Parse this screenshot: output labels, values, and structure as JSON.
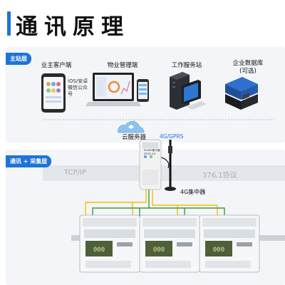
{
  "header": {
    "title": "通讯原理"
  },
  "layers": {
    "master": "主站层",
    "comm": "通讯 + 采集层"
  },
  "terminals": {
    "owner": {
      "label": "业主客户端",
      "note_lines": [
        "iOS/安卓",
        "微信公众",
        "号"
      ]
    },
    "property": {
      "label": "物业管理端"
    },
    "workstation": {
      "label": "工作服务站"
    },
    "database": {
      "label_lines": [
        "企业数据库",
        "(可选)"
      ]
    }
  },
  "cloud": {
    "label": "云服务器"
  },
  "concentrator": {
    "network": "4G/GPRS",
    "label": "4G集中器",
    "device_text": [
      "RS485集中器",
      "DTSD-4G"
    ]
  },
  "protocols": {
    "left": "TCP/IP",
    "right": "376.1协议"
  },
  "meters": {
    "count": 3
  },
  "colors": {
    "accent": "#1e73d8",
    "bus_yellow": "#f2c200",
    "bus_green": "#3c9a3c"
  }
}
